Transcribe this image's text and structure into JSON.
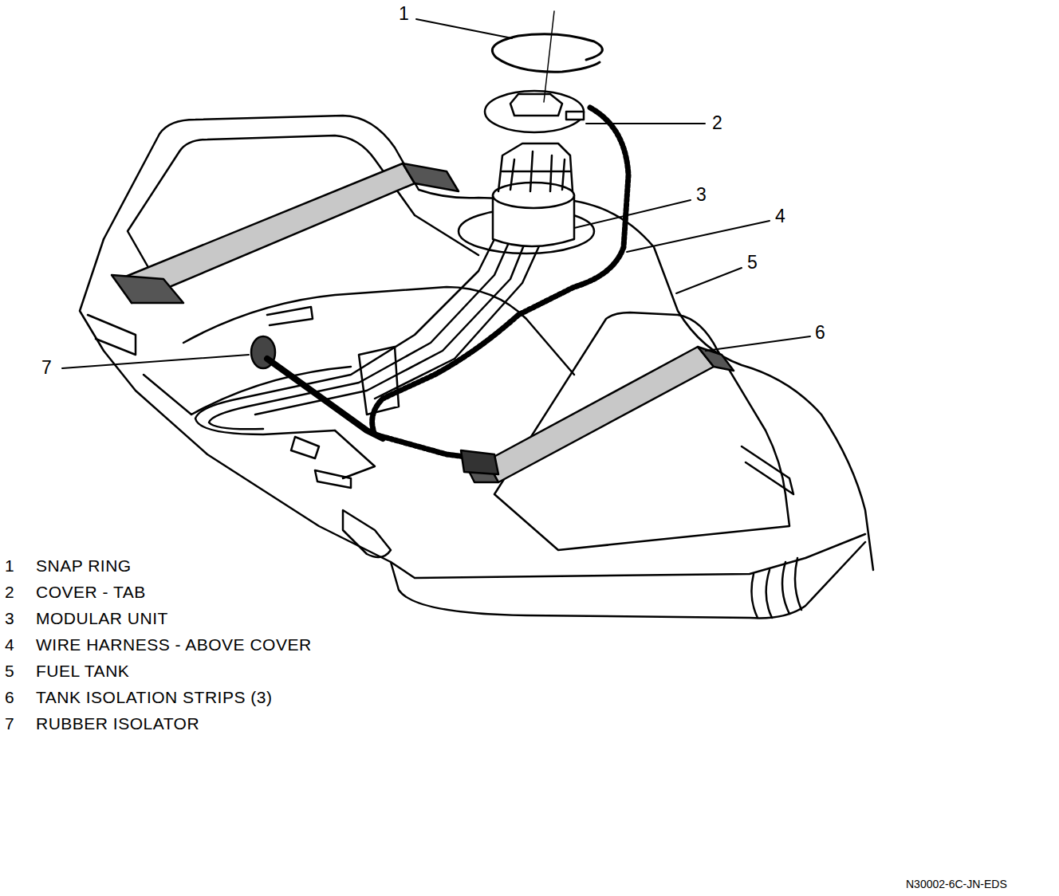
{
  "diagram": {
    "labels": [
      "1",
      "2",
      "3",
      "4",
      "5",
      "6",
      "7",
      "1",
      "SNAP RING",
      "2",
      "COVER - TAB",
      "3",
      "MODULAR UNIT",
      "4",
      "WIRE HARNESS - ABOVE COVER",
      "5",
      "FUEL TANK",
      "6",
      "TANK ISOLATION STRIPS (3)",
      "7",
      "RUBBER ISOLATOR",
      "N30002-6C-JN-EDS"
    ]
  }
}
